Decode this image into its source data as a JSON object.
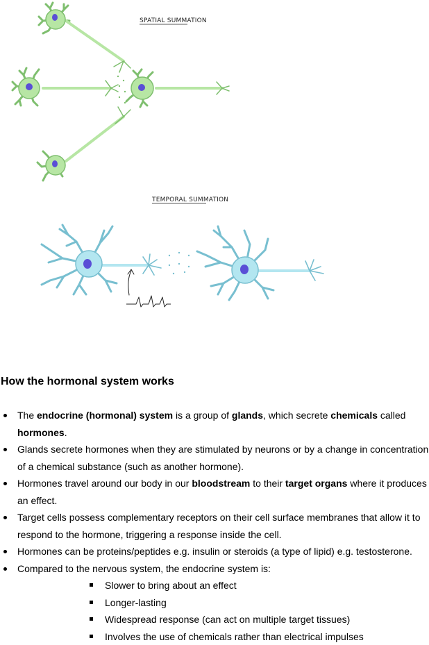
{
  "figure": {
    "spatial_title": "SPATIAL SUMMATION",
    "temporal_title": "TEMPORAL SUMMATION",
    "colors": {
      "green_neuron": "#b7e6a4",
      "green_outline": "#7fbf6f",
      "blue_neuron": "#b3e6f0",
      "blue_outline": "#78bfd0",
      "nucleus": "#5a4fd6"
    }
  },
  "section": {
    "title": "How the hormonal system works"
  },
  "bullets": [
    {
      "parts": [
        {
          "t": "The ",
          "b": false
        },
        {
          "t": "endocrine (hormonal) system",
          "b": true
        },
        {
          "t": " is a group of ",
          "b": false
        },
        {
          "t": "glands",
          "b": true
        },
        {
          "t": ", which secrete ",
          "b": false
        },
        {
          "t": "chemicals",
          "b": true
        },
        {
          "t": " called ",
          "b": false
        },
        {
          "t": "hormones",
          "b": true
        },
        {
          "t": ".",
          "b": false
        }
      ]
    },
    {
      "parts": [
        {
          "t": "Glands secrete hormones when they are stimulated by neurons or by a change in concentration of a chemical substance (such as another hormone).",
          "b": false
        }
      ]
    },
    {
      "parts": [
        {
          "t": "Hormones travel around our body in our ",
          "b": false
        },
        {
          "t": "bloodstream",
          "b": true
        },
        {
          "t": " to their ",
          "b": false
        },
        {
          "t": "target organs",
          "b": true
        },
        {
          "t": " where it produces an effect.",
          "b": false
        }
      ]
    },
    {
      "parts": [
        {
          "t": "Target cells possess complementary receptors on their cell surface membranes that allow it to respond to the hormone, triggering a response inside the cell.",
          "b": false
        }
      ]
    },
    {
      "parts": [
        {
          "t": "Hormones can be proteins/peptides e.g. insulin or steroids (a type of lipid) e.g. testosterone.",
          "b": false
        }
      ]
    },
    {
      "parts": [
        {
          "t": "Compared to the nervous system, the endocrine system is:",
          "b": false
        }
      ],
      "sub": [
        "Slower to bring about an effect",
        "Longer-lasting",
        "Widespread response (can act on multiple target tissues)",
        "Involves the use of chemicals rather than electrical impulses"
      ]
    }
  ]
}
